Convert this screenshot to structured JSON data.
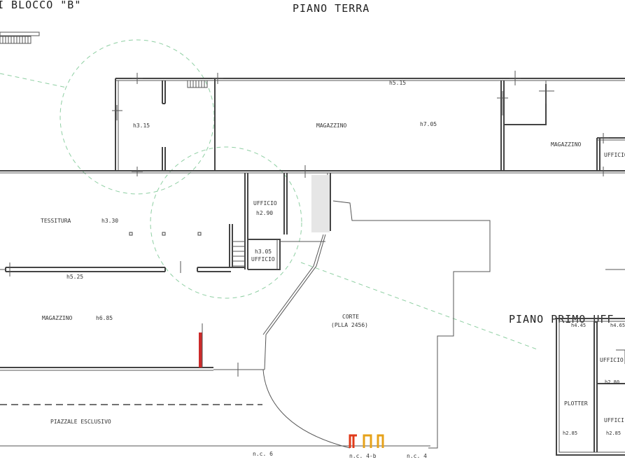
{
  "titles": {
    "block": "I BLOCCO \"B\"",
    "ground_floor": "PIANO TERRA",
    "first_floor": "PIANO PRIMO UFF"
  },
  "rooms": {
    "room1_height": "h3.15",
    "magazzino_top": "MAGAZZINO",
    "magazzino_top_height": "h7.05",
    "top_wall_height": "h5.15",
    "magazzino_right": "MAGAZZINO",
    "ufficio_edge": "UFFICIO",
    "tessitura": "TESSITURA",
    "tessitura_height": "h3.30",
    "ufficio_a": "UFFICIO",
    "ufficio_a_height": "h2.90",
    "ufficio_b_height": "h3.05",
    "ufficio_b": "UFFICIO",
    "wall_height": "h5.25",
    "magazzino_lower": "MAGAZZINO",
    "magazzino_lower_height": "h6.85",
    "corte": "CORTE",
    "corte_sub": "(PLLA 2456)",
    "piazzale": "PIAZZALE ESCLUSIVO",
    "nc_6": "n.c. 6",
    "nc_4b": "n.c. 4-b",
    "nc_4": "n.c. 4"
  },
  "first_floor": {
    "h_left": "h4.45",
    "h_right": "h4.65",
    "ufficio_top": "UFFICIO",
    "h_mid": "h2.80",
    "plotter": "PLOTTER",
    "ufficio_bottom": "UFFICI",
    "h_bl": "h2.85",
    "h_br": "h2.85"
  },
  "colors": {
    "walls": "#444444",
    "arcs": "#8fcfa3",
    "red_bar": "#cc2a2a",
    "red_mark": "#e03a1a",
    "yellow_mark": "#e6a21a"
  }
}
